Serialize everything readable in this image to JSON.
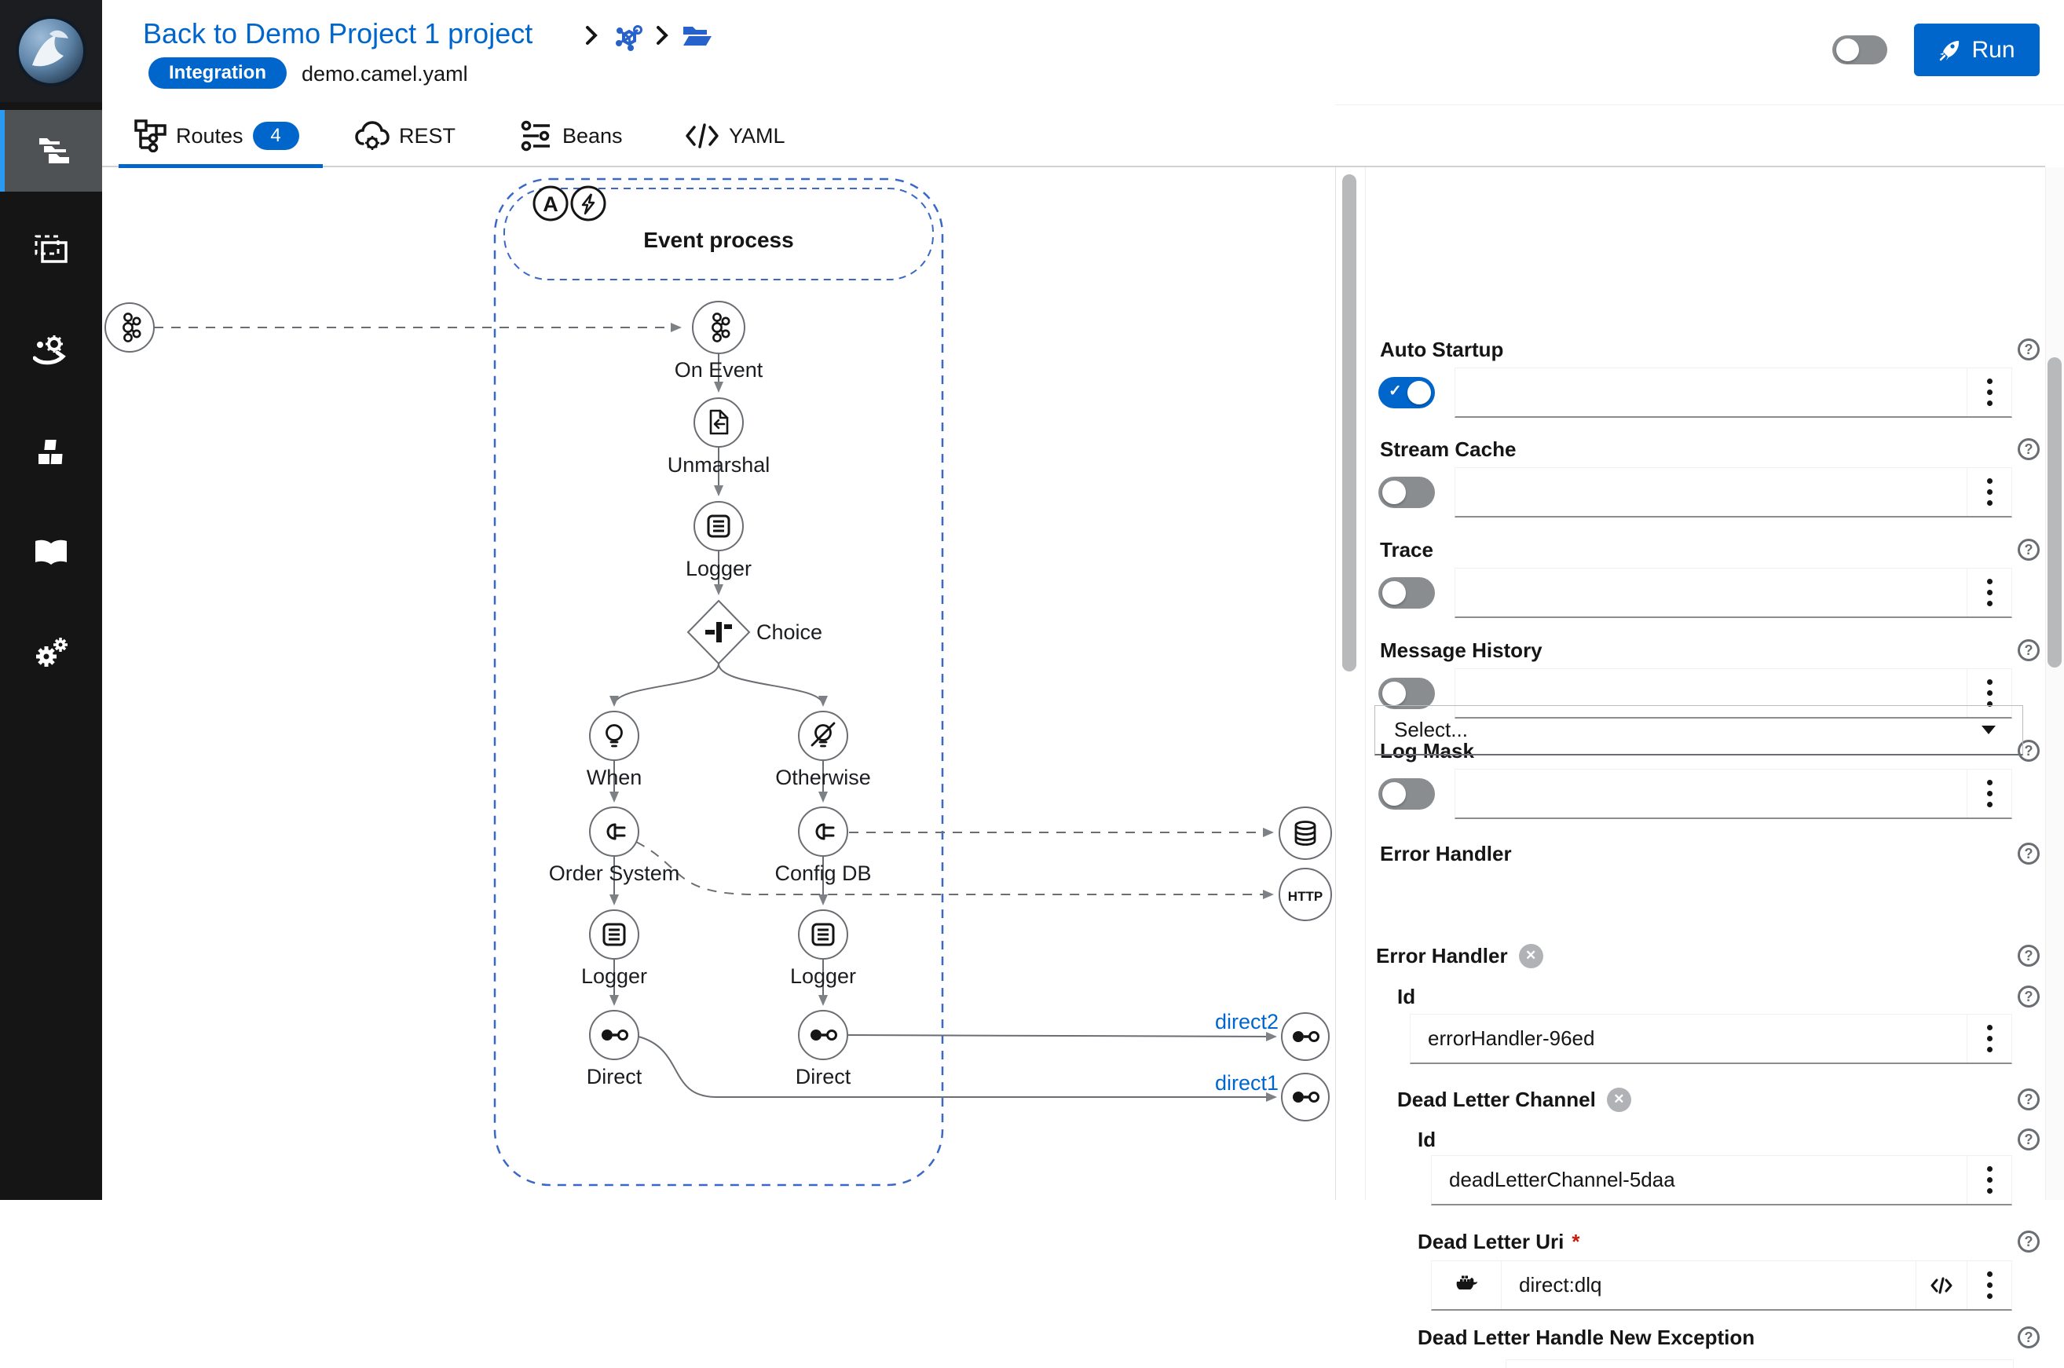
{
  "header": {
    "back_link": "Back to Demo Project 1 project",
    "badge": "Integration",
    "filename": "demo.camel.yaml",
    "run_label": "Run"
  },
  "tabs": {
    "routes": "Routes",
    "routes_count": "4",
    "rest": "REST",
    "beans": "Beans",
    "yaml": "YAML"
  },
  "canvas": {
    "route_title": "Event process",
    "letter_badge": "A",
    "nodes": {
      "on_event": "On Event",
      "unmarshal": "Unmarshal",
      "logger1": "Logger",
      "choice": "Choice",
      "when": "When",
      "otherwise": "Otherwise",
      "order_system": "Order System",
      "config_db": "Config DB",
      "logger2": "Logger",
      "logger3": "Logger",
      "direct_left": "Direct",
      "direct_right": "Direct"
    },
    "externals": {
      "http_label": "HTTP",
      "direct2": "direct2",
      "direct1": "direct1"
    }
  },
  "panel": {
    "toggle_rows": [
      {
        "label": "Auto Startup",
        "on": true
      },
      {
        "label": "Stream Cache",
        "on": false
      },
      {
        "label": "Trace",
        "on": false
      },
      {
        "label": "Message History",
        "on": false
      },
      {
        "label": "Log Mask",
        "on": false
      }
    ],
    "error_handler_select": {
      "label": "Error Handler",
      "value": "Select..."
    },
    "error_handler": {
      "heading": "Error Handler",
      "id_label": "Id",
      "id_value": "errorHandler-96ed"
    },
    "dead_letter_channel": {
      "heading": "Dead Letter Channel",
      "id_label": "Id",
      "id_value": "deadLetterChannel-5daa",
      "uri_label": "Dead Letter Uri",
      "uri_required": "*",
      "uri_value": "direct:dlq",
      "handle_new_exception_label": "Dead Letter Handle New Exception"
    }
  },
  "icons": {
    "help": "?",
    "check": "✓",
    "close": "✕"
  },
  "colors": {
    "accent": "#0066cc",
    "route_border": "#3968c6",
    "node_stroke": "#6a6e73"
  }
}
